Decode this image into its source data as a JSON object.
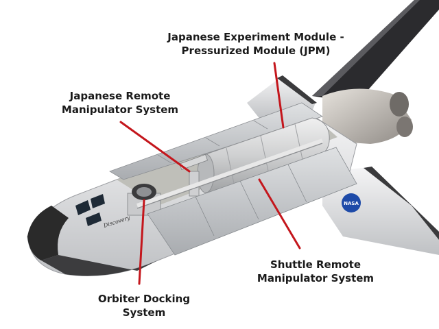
{
  "labels": {
    "jpm": {
      "line1": "Japanese Experiment Module -",
      "line2": "Pressurized Module (JPM)"
    },
    "jrms": {
      "line1": "Japanese Remote",
      "line2": "Manipulator System"
    },
    "srms": {
      "line1": "Shuttle Remote",
      "line2": "Manipulator System"
    },
    "ods": {
      "line1": "Orbiter Docking",
      "line2": "System"
    }
  },
  "orbiter_name": "Discovery",
  "insignia": "NASA",
  "colors": {
    "leader_line": "#c4161c",
    "hull": "#e9e9ea",
    "nose": "#2a2a2a",
    "bay_door": "#cfd2d5",
    "module": "#d9dadb",
    "nasa_blue": "#1d4aa8",
    "tail_dark": "#2b2b2e"
  }
}
